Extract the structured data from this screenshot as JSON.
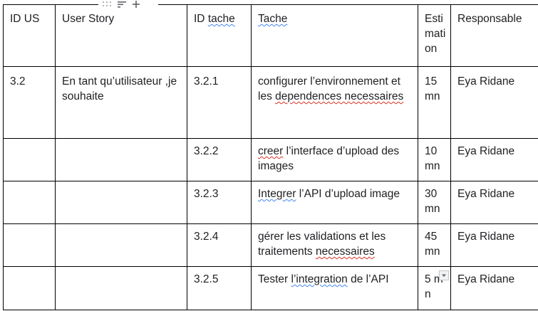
{
  "table": {
    "headers": {
      "id_us": "ID US",
      "user_story": "User Story",
      "id_tache_a": "ID ",
      "id_tache_b": "tache",
      "tache": "Tache",
      "estimation": "Estimation",
      "responsable": "Responsable"
    },
    "rows": [
      {
        "id_us": "3.2",
        "user_story": "En tant qu’utilisateur ,je souhaite",
        "id_tache": "3.2.1",
        "tache": {
          "a": "configurer l’environnement et les ",
          "b": "dependences necessaires",
          "c": ""
        },
        "estimation": "15 mn",
        "responsable": "Eya Ridane"
      },
      {
        "id_us": "",
        "user_story": "",
        "id_tache": "3.2.2",
        "tache": {
          "a": "",
          "b": "creer",
          "c": " l’interface d’upload des images"
        },
        "estimation": "10 mn",
        "responsable": "Eya Ridane"
      },
      {
        "id_us": "",
        "user_story": "",
        "id_tache": "3.2.3",
        "tache": {
          "a": "",
          "b": "Integrer",
          "c": " l’API d’upload image"
        },
        "estimation": "30 mn",
        "responsable": "Eya Ridane"
      },
      {
        "id_us": "",
        "user_story": "",
        "id_tache": "3.2.4",
        "tache": {
          "a": "gérer les validations et les traitements ",
          "b": "necessaires",
          "c": ""
        },
        "estimation": "45 mn",
        "responsable": "Eya Ridane"
      },
      {
        "id_us": "",
        "user_story": "",
        "id_tache": "3.2.5",
        "tache": {
          "a": "Tester ",
          "b": "l’integration",
          "c": " de l’API"
        },
        "estimation": "5 mn",
        "responsable": "Eya Ridane"
      }
    ]
  },
  "icons": {
    "drag_handle": "drag-handle-icon",
    "sort": "sort-icon",
    "add": "plus-icon",
    "dropdown": "dropdown-arrow-icon"
  },
  "colors": {
    "spell_underline": "#d93025",
    "grammar_underline": "#4285f4",
    "border": "#000000"
  }
}
